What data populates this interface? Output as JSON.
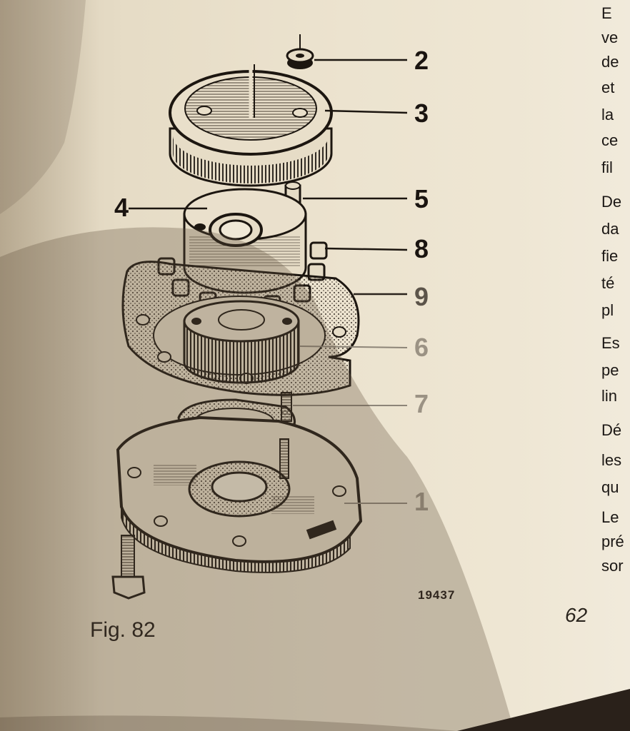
{
  "figure": {
    "caption": "Fig. 82",
    "drawing_number": "19437",
    "callouts": [
      "2",
      "3",
      "4",
      "5",
      "8",
      "9",
      "6",
      "7",
      "1"
    ]
  },
  "page_number": "62",
  "side_text_lines": [
    "E",
    "ve",
    "de",
    "et",
    "la",
    "ce",
    "fil",
    "De",
    "da",
    "fie",
    "té",
    "pl",
    "Es",
    "pe",
    "lin",
    "Dé",
    "les",
    "qu",
    "Le",
    "pré",
    "sor"
  ]
}
